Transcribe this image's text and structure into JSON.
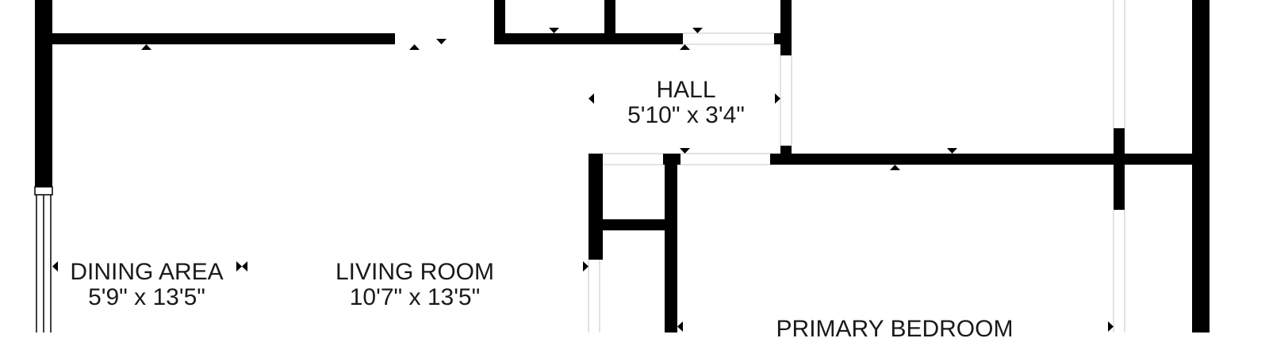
{
  "rooms": {
    "hall": {
      "name": "HALL",
      "dimensions": "5'10\" x 3'4\""
    },
    "dining_area": {
      "name": "DINING AREA",
      "dimensions": "5'9\" x 13'5\""
    },
    "living_room": {
      "name": "LIVING ROOM",
      "dimensions": "10'7\" x 13'5\""
    },
    "primary_bedroom": {
      "name": "PRIMARY BEDROOM"
    }
  },
  "colors": {
    "wall": "#000000",
    "background": "#ffffff",
    "label": "#1a1a1a",
    "opening": "#d8d8d8"
  }
}
